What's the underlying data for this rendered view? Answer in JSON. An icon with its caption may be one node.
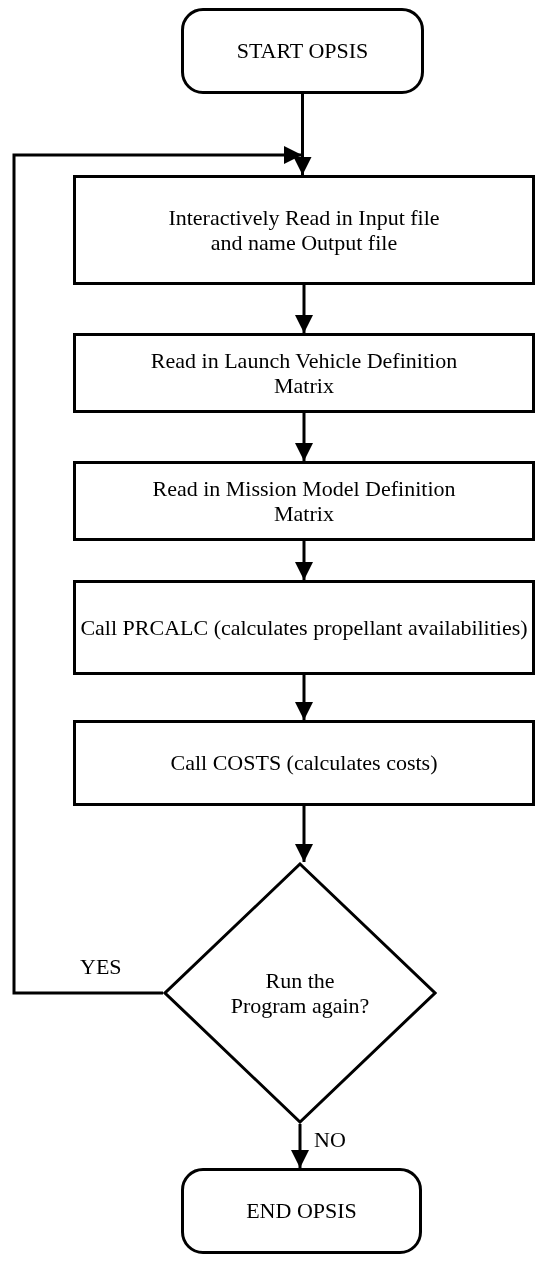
{
  "diagram": {
    "nodes": [
      {
        "text": [
          "START OPSIS"
        ]
      },
      {
        "text": [
          "Interactively Read in Input file and name Output file"
        ]
      },
      {
        "text": [
          "Read in Launch Vehicle Definition Matrix"
        ]
      },
      {
        "text": [
          "Read in Mission Model Definition Matrix"
        ]
      },
      {
        "text": [
          "Call PRCALC (calculates propellant availabilities)"
        ]
      },
      {
        "text": [
          "Call COSTS (calculates costs)"
        ]
      },
      {
        "text": [
          "Run the Program again?"
        ]
      },
      {
        "text": [
          "END OPSIS"
        ]
      }
    ],
    "edges": [
      {
        "from": 0,
        "to": 1,
        "arrow": "to"
      },
      {
        "from": 1,
        "to": 2,
        "arrow": "to"
      },
      {
        "from": 2,
        "to": 3,
        "arrow": "to"
      },
      {
        "from": 3,
        "to": 4,
        "arrow": "to"
      },
      {
        "from": 4,
        "to": 5,
        "arrow": "to"
      },
      {
        "from": 5,
        "to": 6,
        "arrow": "to"
      },
      {
        "from": 6,
        "to": 1,
        "arrow": "to",
        "label": "YES"
      },
      {
        "from": 6,
        "to": 7,
        "arrow": "to",
        "label": "NO"
      }
    ]
  }
}
